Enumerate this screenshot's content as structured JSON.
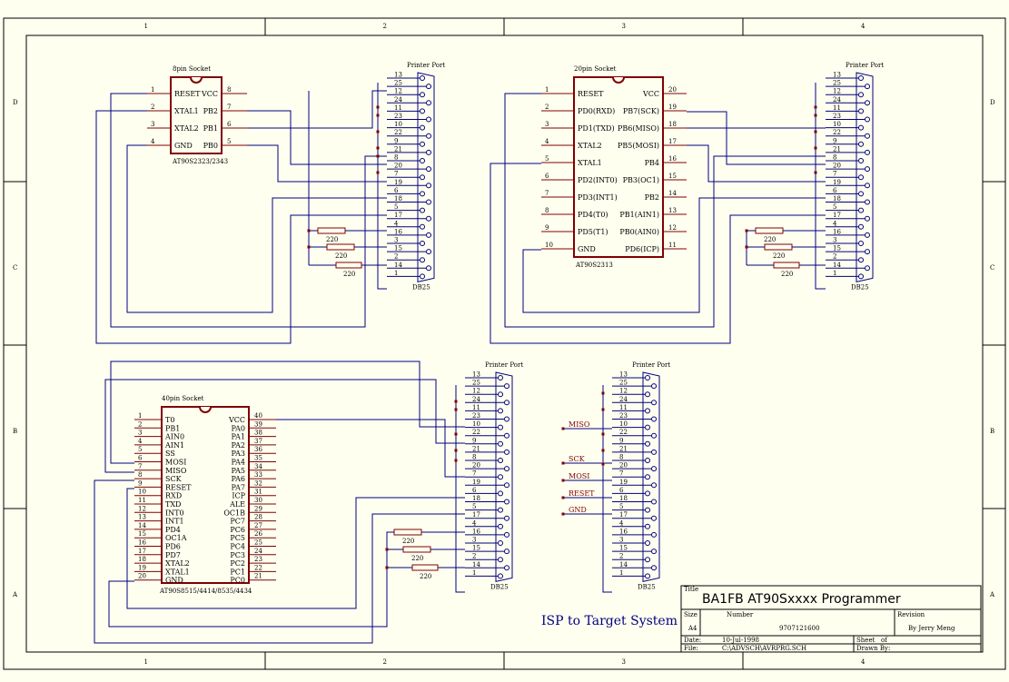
{
  "border": {
    "columns": [
      "1",
      "2",
      "3",
      "4"
    ],
    "rows": [
      "D",
      "C",
      "B",
      "A"
    ]
  },
  "chip8": {
    "title": "8pin Socket",
    "part": "AT90S2323/2343",
    "left": [
      {
        "n": "1",
        "name": "RESET"
      },
      {
        "n": "2",
        "name": "XTAL1"
      },
      {
        "n": "3",
        "name": "XTAL2"
      },
      {
        "n": "4",
        "name": "GND"
      }
    ],
    "right": [
      {
        "n": "8",
        "name": "VCC"
      },
      {
        "n": "7",
        "name": "PB2"
      },
      {
        "n": "6",
        "name": "PB1"
      },
      {
        "n": "5",
        "name": "PB0"
      }
    ]
  },
  "chip20": {
    "title": "20pin Socket",
    "part": "AT90S2313",
    "left": [
      {
        "n": "1",
        "name": "RESET"
      },
      {
        "n": "2",
        "name": "PD0(RXD)"
      },
      {
        "n": "3",
        "name": "PD1(TXD)"
      },
      {
        "n": "4",
        "name": "XTAL2"
      },
      {
        "n": "5",
        "name": "XTAL1"
      },
      {
        "n": "6",
        "name": "PD2(INT0)"
      },
      {
        "n": "7",
        "name": "PD3(INT1)"
      },
      {
        "n": "8",
        "name": "PD4(T0)"
      },
      {
        "n": "9",
        "name": "PD5(T1)"
      },
      {
        "n": "10",
        "name": "GND"
      }
    ],
    "right": [
      {
        "n": "20",
        "name": "VCC"
      },
      {
        "n": "19",
        "name": "PB7(SCK)"
      },
      {
        "n": "18",
        "name": "PB6(MISO)"
      },
      {
        "n": "17",
        "name": "PB5(MOSI)"
      },
      {
        "n": "16",
        "name": "PB4"
      },
      {
        "n": "15",
        "name": "PB3(OC1)"
      },
      {
        "n": "14",
        "name": "PB2"
      },
      {
        "n": "13",
        "name": "PB1(AIN1)"
      },
      {
        "n": "12",
        "name": "PB0(AIN0)"
      },
      {
        "n": "11",
        "name": "PD6(ICP)"
      }
    ]
  },
  "chip40": {
    "title": "40pin Socket",
    "part": "AT90S8515/4414/8535/4434",
    "left": [
      {
        "n": "1",
        "name": "T0"
      },
      {
        "n": "2",
        "name": "PB1"
      },
      {
        "n": "3",
        "name": "AIN0"
      },
      {
        "n": "4",
        "name": "AIN1"
      },
      {
        "n": "5",
        "name": "SS"
      },
      {
        "n": "6",
        "name": "MOSI"
      },
      {
        "n": "7",
        "name": "MISO"
      },
      {
        "n": "8",
        "name": "SCK"
      },
      {
        "n": "9",
        "name": "RESET"
      },
      {
        "n": "10",
        "name": "RXD"
      },
      {
        "n": "11",
        "name": "TXD"
      },
      {
        "n": "12",
        "name": "INT0"
      },
      {
        "n": "13",
        "name": "INT1"
      },
      {
        "n": "14",
        "name": "PD4"
      },
      {
        "n": "15",
        "name": "OC1A"
      },
      {
        "n": "16",
        "name": "PD6"
      },
      {
        "n": "17",
        "name": "PD7"
      },
      {
        "n": "18",
        "name": "XTAL2"
      },
      {
        "n": "19",
        "name": "XTAL1"
      },
      {
        "n": "20",
        "name": "GND"
      }
    ],
    "right": [
      {
        "n": "40",
        "name": "VCC"
      },
      {
        "n": "39",
        "name": "PA0"
      },
      {
        "n": "38",
        "name": "PA1"
      },
      {
        "n": "37",
        "name": "PA2"
      },
      {
        "n": "36",
        "name": "PA3"
      },
      {
        "n": "35",
        "name": "PA4"
      },
      {
        "n": "34",
        "name": "PA5"
      },
      {
        "n": "33",
        "name": "PA6"
      },
      {
        "n": "32",
        "name": "PA7"
      },
      {
        "n": "31",
        "name": "ICP"
      },
      {
        "n": "30",
        "name": "ALE"
      },
      {
        "n": "29",
        "name": "OC1B"
      },
      {
        "n": "28",
        "name": "PC7"
      },
      {
        "n": "27",
        "name": "PC6"
      },
      {
        "n": "26",
        "name": "PC5"
      },
      {
        "n": "25",
        "name": "PC4"
      },
      {
        "n": "24",
        "name": "PC3"
      },
      {
        "n": "23",
        "name": "PC2"
      },
      {
        "n": "22",
        "name": "PC1"
      },
      {
        "n": "21",
        "name": "PC0"
      }
    ]
  },
  "db25": {
    "title": "Printer Port",
    "part": "DB25",
    "pins": [
      "13",
      "25",
      "12",
      "24",
      "11",
      "23",
      "10",
      "22",
      "9",
      "21",
      "8",
      "20",
      "7",
      "19",
      "6",
      "18",
      "5",
      "17",
      "4",
      "16",
      "3",
      "15",
      "2",
      "14",
      "1"
    ]
  },
  "resistor_value": "220",
  "isp": {
    "caption": "ISP to Target System",
    "labels": [
      "MISO",
      "SCK",
      "MOSI",
      "RESET",
      "GND"
    ]
  },
  "titleblock": {
    "title_label": "Title",
    "title": "BA1FB AT90Sxxxx Programmer",
    "size_label": "Size",
    "size": "A4",
    "number_label": "Number",
    "number": "9707121600",
    "revision_label": "Revision",
    "revision": "By Jerry Meng",
    "date_label": "Date:",
    "date": "10-Jul-1998",
    "sheet_label": "Sheet",
    "of_label": "of",
    "file_label": "File:",
    "file": "C:\\ADVSCH\\AVRPRG.SCH",
    "drawn_label": "Drawn By:"
  }
}
